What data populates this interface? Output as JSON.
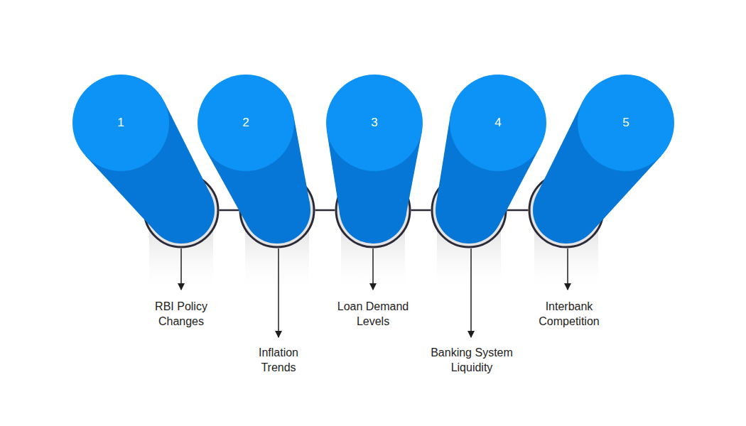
{
  "diagram": {
    "nodes": [
      {
        "text": [
          "1"
        ]
      },
      {
        "text": [
          "2"
        ]
      },
      {
        "text": [
          "3"
        ]
      },
      {
        "text": [
          "4"
        ]
      },
      {
        "text": [
          "5"
        ]
      }
    ],
    "edges": [
      {
        "from": 0,
        "to": 1,
        "arrow": "none"
      },
      {
        "from": 1,
        "to": 2,
        "arrow": "none"
      },
      {
        "from": 2,
        "to": 3,
        "arrow": "none"
      },
      {
        "from": 3,
        "to": 4,
        "arrow": "none"
      }
    ],
    "labels": [
      "RBI Policy Changes",
      "Inflation Trends",
      "Loan Demand Levels",
      "Banking System Liquidity",
      "Interbank Competition"
    ]
  }
}
